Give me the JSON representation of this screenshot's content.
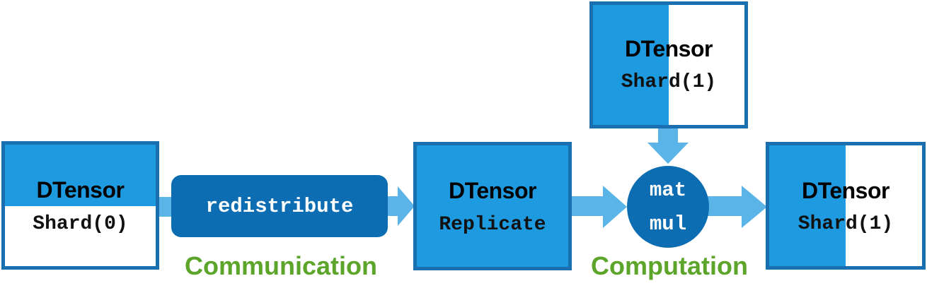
{
  "colors": {
    "box_fill": "#1e9be0",
    "box_border": "#1a6fb0",
    "op_fill": "#0d6db3",
    "arrow": "#5ab4e8",
    "label_green": "#5ca52a"
  },
  "nodes": {
    "input": {
      "title": "DTensor",
      "placement": "Shard(0)"
    },
    "redistribute": {
      "label": "redistribute"
    },
    "replicated": {
      "title": "DTensor",
      "placement": "Replicate"
    },
    "weight": {
      "title": "DTensor",
      "placement": "Shard(1)"
    },
    "matmul": {
      "line1": "mat",
      "line2": "mul"
    },
    "output": {
      "title": "DTensor",
      "placement": "Shard(1)"
    }
  },
  "labels": {
    "communication": "Communication",
    "computation": "Computation"
  }
}
